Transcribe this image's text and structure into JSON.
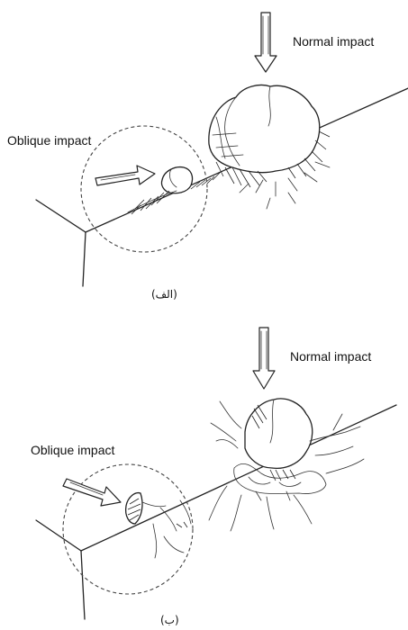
{
  "panel_a": {
    "normal_label": "Normal impact",
    "oblique_label": "Oblique impact",
    "caption": "(الف)"
  },
  "panel_b": {
    "normal_label": "Normal impact",
    "oblique_label": "Oblique impact",
    "caption": "(ب)"
  }
}
